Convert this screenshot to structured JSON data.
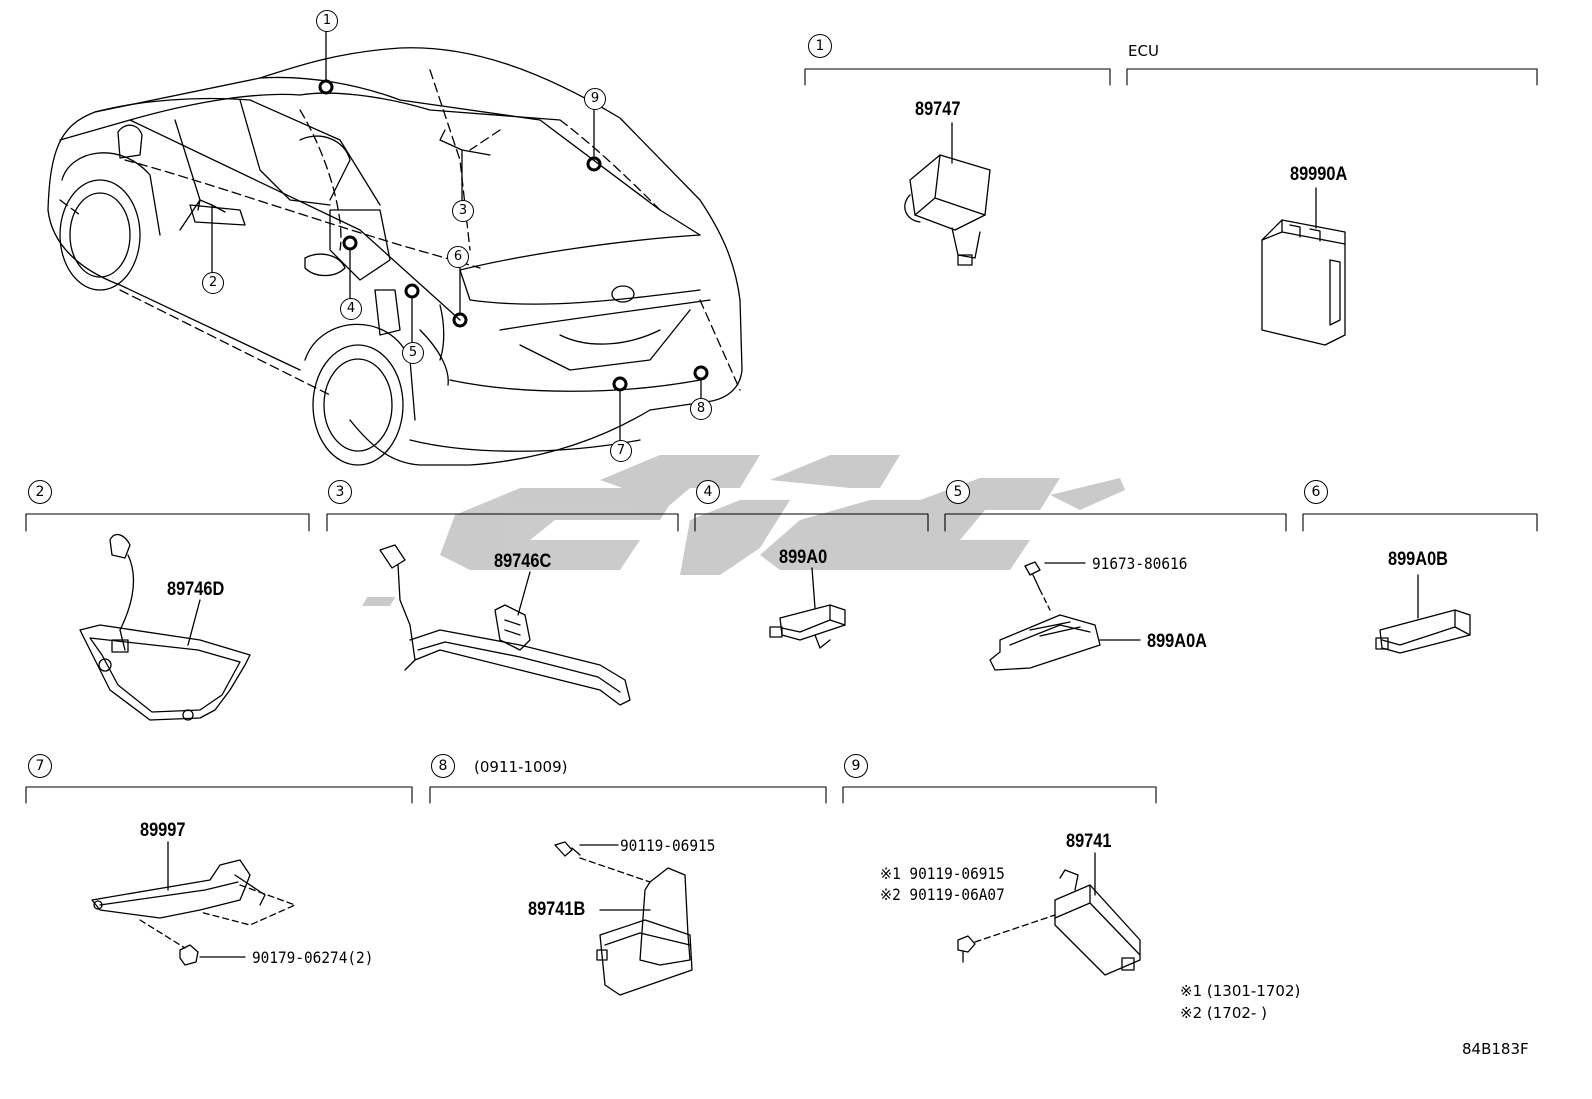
{
  "diagram": {
    "ecu_label": "ECU",
    "drawing_code": "84B183F",
    "watermark_color": "#c8c8c8",
    "callouts": [
      "1",
      "2",
      "3",
      "4",
      "5",
      "6",
      "7",
      "8",
      "9"
    ],
    "sections": [
      {
        "num": "1"
      },
      {
        "num": "2"
      },
      {
        "num": "3"
      },
      {
        "num": "4"
      },
      {
        "num": "5"
      },
      {
        "num": "6"
      },
      {
        "num": "7"
      },
      {
        "num": "8",
        "note": "(0911-1009)"
      },
      {
        "num": "9"
      }
    ],
    "parts": {
      "p89747": "89747",
      "p89990A": "89990A",
      "p89746D": "89746D",
      "p89746C": "89746C",
      "p899A0": "899A0",
      "p91673": "91673-80616",
      "p899A0A": "899A0A",
      "p899A0B": "899A0B",
      "p89997": "89997",
      "p90179": "90179-06274(2)",
      "p90119_8": "90119-06915",
      "p89741B": "89741B",
      "p89741": "89741",
      "p9_bolt1": "※1 90119-06915",
      "p9_bolt2": "※2 90119-06A07"
    },
    "footnotes": {
      "n1": "※1 (1301-1702)",
      "n2": "※2 (1702-       )"
    }
  }
}
